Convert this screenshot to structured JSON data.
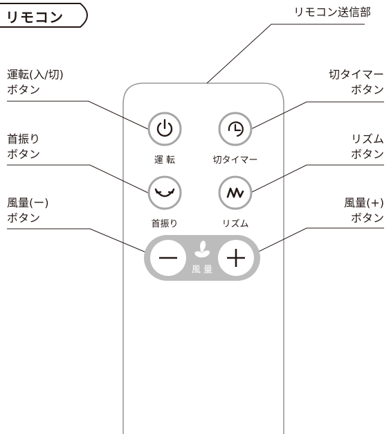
{
  "title": "リモコン",
  "callouts": {
    "transmitter": "リモコン送信部",
    "power": [
      "運転(入/切)",
      "ボタン"
    ],
    "off_timer": [
      "切タイマー",
      "ボタン"
    ],
    "swing": [
      "首振り",
      "ボタン"
    ],
    "rhythm": [
      "リズム",
      "ボタン"
    ],
    "fan_down": [
      "風量(ー)",
      "ボタン"
    ],
    "fan_up": [
      "風量(+)",
      "ボタン"
    ]
  },
  "button_labels": {
    "power": "運 転",
    "off_timer": "切タイマー",
    "swing": "首振り",
    "rhythm": "リズム",
    "fan": "風 量"
  },
  "colors": {
    "remote_outline": "#999999",
    "button_ring": "#a6a6a6",
    "fan_pill": "#bcbcbc",
    "text": "#231815"
  }
}
